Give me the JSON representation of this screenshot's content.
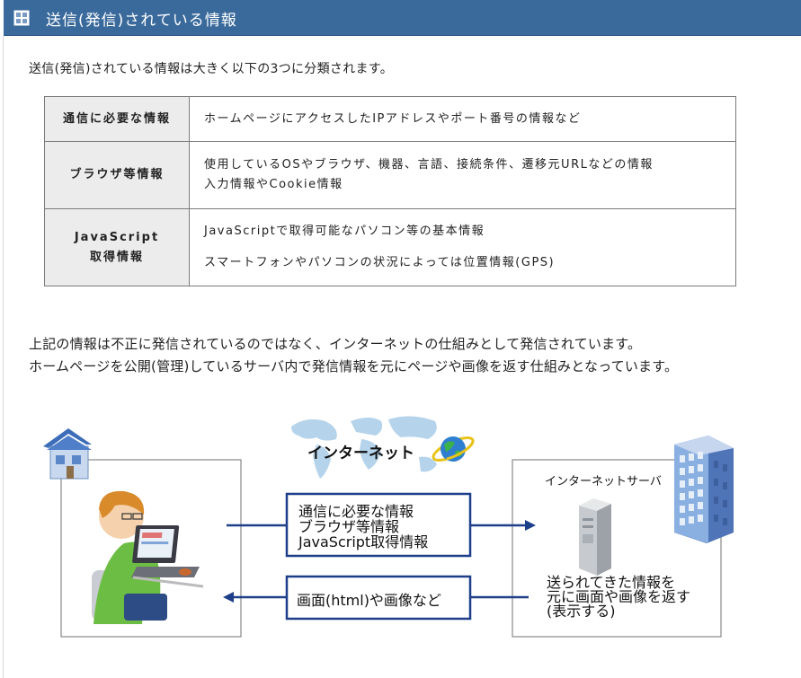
{
  "header": {
    "title": "送信(発信)されている情報",
    "bg_color": "#3a6a9c"
  },
  "intro": "送信(発信)されている情報は大きく以下の3つに分類されます。",
  "table": {
    "rows": [
      {
        "heading": [
          "通信に必要な情報"
        ],
        "lines": [
          "ホームページにアクセスしたIPアドレスやポート番号の情報など"
        ]
      },
      {
        "heading": [
          "ブラウザ等情報"
        ],
        "lines": [
          "使用しているOSやブラウザ、機器、言語、接続条件、遷移元URLなどの情報",
          "入力情報やCookie情報"
        ]
      },
      {
        "heading": [
          "JavaScript",
          "取得情報"
        ],
        "lines": [
          "JavaScriptで取得可能なパソコン等の基本情報",
          "スマートフォンやパソコンの状況によっては位置情報(GPS)"
        ]
      }
    ]
  },
  "paragraphs": [
    "上記の情報は不正に発信されているのではなく、インターネットの仕組みとして発信されています。",
    "ホームページを公開(管理)しているサーバ内で発信情報を元にページや画像を返す仕組みとなっています。"
  ],
  "diagram": {
    "internet_label": "インターネット",
    "server_label": "インターネットサーバ",
    "upload_box": [
      "通信に必要な情報",
      "ブラウザ等情報",
      "JavaScript取得情報"
    ],
    "download_box": "画面(html)や画像など",
    "server_note": [
      "送られてきた情報を",
      "元に画面や画像を返す",
      "(表示する)"
    ],
    "box_border_color": "#1d3f8a",
    "icons": [
      "house-icon",
      "user-at-laptop-icon",
      "world-map-icon",
      "globe-icon",
      "office-building-icon",
      "server-tower-icon"
    ]
  }
}
